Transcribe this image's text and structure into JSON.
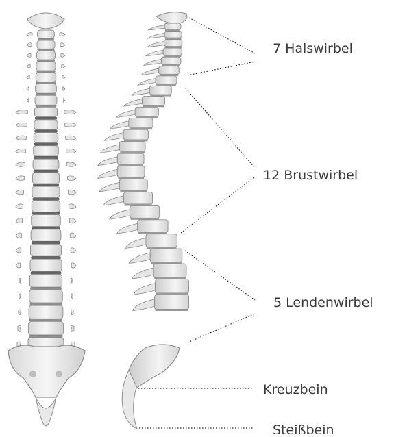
{
  "labels": {
    "cervical": "7 Halswirbel",
    "thoracic": "12 Brustwirbel",
    "lumbar": "5 Lendenwirbel",
    "sacrum": "Kreuzbein",
    "coccyx": "Steißbein"
  },
  "colors": {
    "bone_fill": "#ececec",
    "bone_stroke": "#8c8c8c",
    "disc_dark": "#4a4a4a",
    "leader_line": "#222222",
    "label_text": "#3a3a3a"
  }
}
